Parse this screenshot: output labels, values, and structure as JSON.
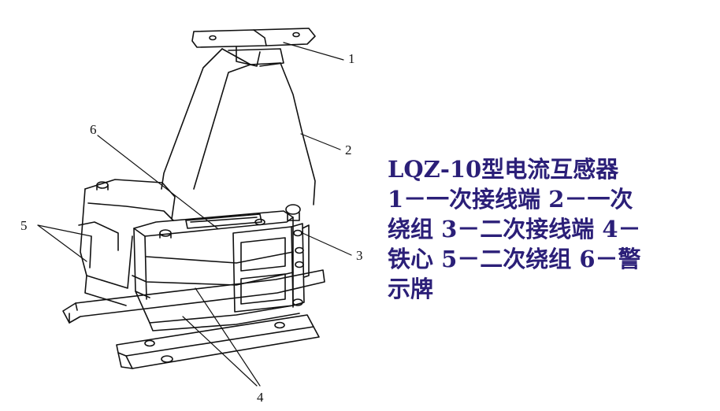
{
  "callouts": {
    "c1": "1",
    "c2": "2",
    "c3": "3",
    "c4": "4",
    "c5": "5",
    "c6": "6"
  },
  "caption": {
    "line1": "LQZ-10型电流互感器",
    "line2": "1－一次接线端 2－一次",
    "line3": "绕组 3－二次接线端 4－",
    "line4": "铁心 5－二次绕组 6－警",
    "line5": "示牌"
  },
  "colors": {
    "caption_text": "#2b1f78",
    "line_art": "#111111"
  }
}
